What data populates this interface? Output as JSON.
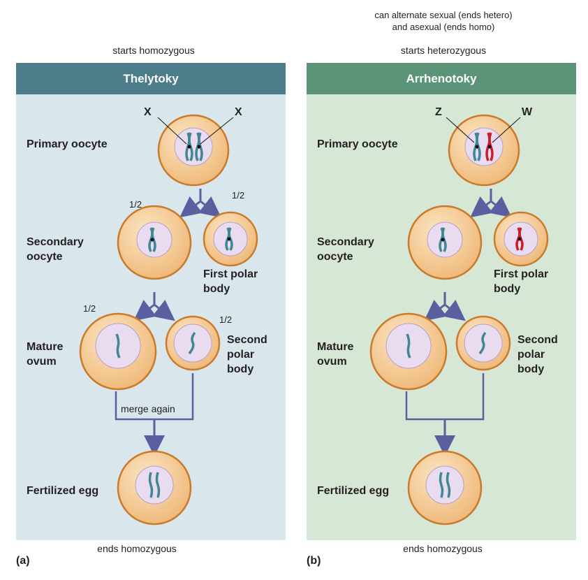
{
  "top_notes": {
    "right_alternate_line1": "can alternate sexual (ends hetero)",
    "right_alternate_line2": "and asexual (ends homo)",
    "left_start": "starts homozygous",
    "right_start": "starts heterozygous"
  },
  "panel_a": {
    "title": "Thelytoky",
    "chromosome_left": "X",
    "chromosome_right": "X",
    "primary_oocyte": "Primary oocyte",
    "secondary_oocyte_line1": "Secondary",
    "secondary_oocyte_line2": "oocyte",
    "first_polar_line1": "First polar",
    "first_polar_line2": "body",
    "mature_ovum_line1": "Mature",
    "mature_ovum_line2": "ovum",
    "second_polar_line1": "Second",
    "second_polar_line2": "polar",
    "second_polar_line3": "body",
    "prob_secondary": "1/2",
    "prob_first_polar": "1/2",
    "prob_ovum": "1/2",
    "prob_second_polar": "1/2",
    "merge_label": "merge again",
    "fertilized_egg": "Fertilized egg",
    "end_note": "ends homozygous",
    "letter": "(a)"
  },
  "panel_b": {
    "title": "Arrhenotoky",
    "chromosome_left": "Z",
    "chromosome_right": "W",
    "primary_oocyte": "Primary oocyte",
    "secondary_oocyte_line1": "Secondary",
    "secondary_oocyte_line2": "oocyte",
    "first_polar_line1": "First polar",
    "first_polar_line2": "body",
    "mature_ovum_line1": "Mature",
    "mature_ovum_line2": "ovum",
    "second_polar_line1": "Second",
    "second_polar_line2": "polar",
    "second_polar_line3": "body",
    "fertilized_egg": "Fertilized egg",
    "end_note": "ends homozygous",
    "letter": "(b)"
  },
  "colors": {
    "panel_a_header": "#4d7c8a",
    "panel_b_header": "#5c9479",
    "panel_a_bg": "#d9e6ec",
    "panel_b_bg": "#d7e7d6",
    "cell_fill": "#f4c98e",
    "cell_border": "#c97a2b",
    "nucleus_fill": "#e9dcf0",
    "chromosome_blue": "#3f8795",
    "chromosome_red": "#c8202b",
    "arrow": "#5a5fa0"
  }
}
